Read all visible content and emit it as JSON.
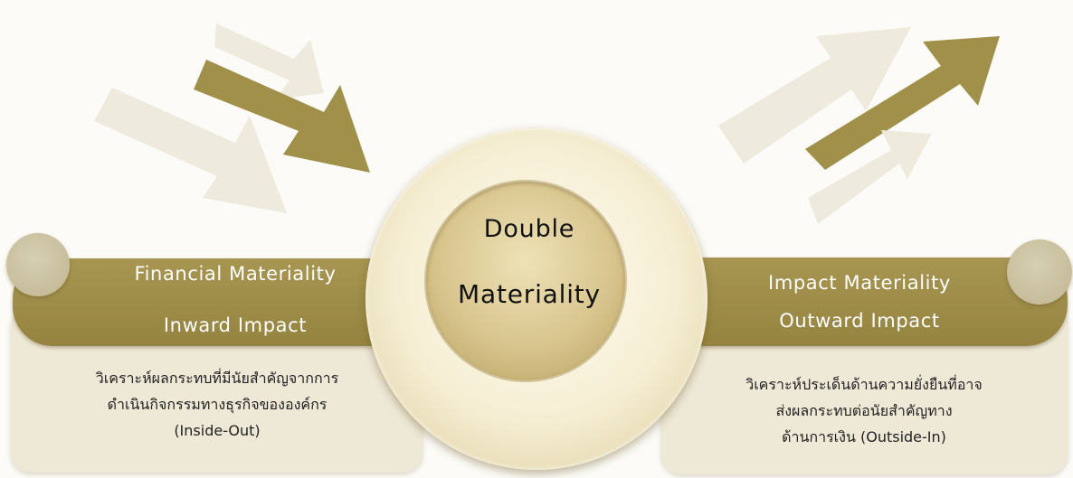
{
  "center": {
    "line1": "Double",
    "line2": "Materiality"
  },
  "left_panel": {
    "title_line1": "Financial Materiality",
    "title_line2": "Inward Impact",
    "description": [
      "วิเคราะห์ผลกระทบที่มีนัยสำคัญจากการ",
      "ดำเนินกิจกรรมทางธุรกิจขององค์กร",
      "(Inside-Out)"
    ]
  },
  "right_panel": {
    "title_line1": "Impact Materiality",
    "title_line2": "Outward Impact",
    "description": [
      "วิเคราะห์ประเด็นด้านความยั่งยืนที่อาจ",
      "ส่งผลกระทบต่อนัยสำคัญทาง",
      "ด้านการเงิน (Outside-In)"
    ]
  },
  "colors": {
    "gold": "#a0904a",
    "light_gold": "#eeeadd",
    "panel": "#eee8d7",
    "background": "#fcfbf7"
  }
}
